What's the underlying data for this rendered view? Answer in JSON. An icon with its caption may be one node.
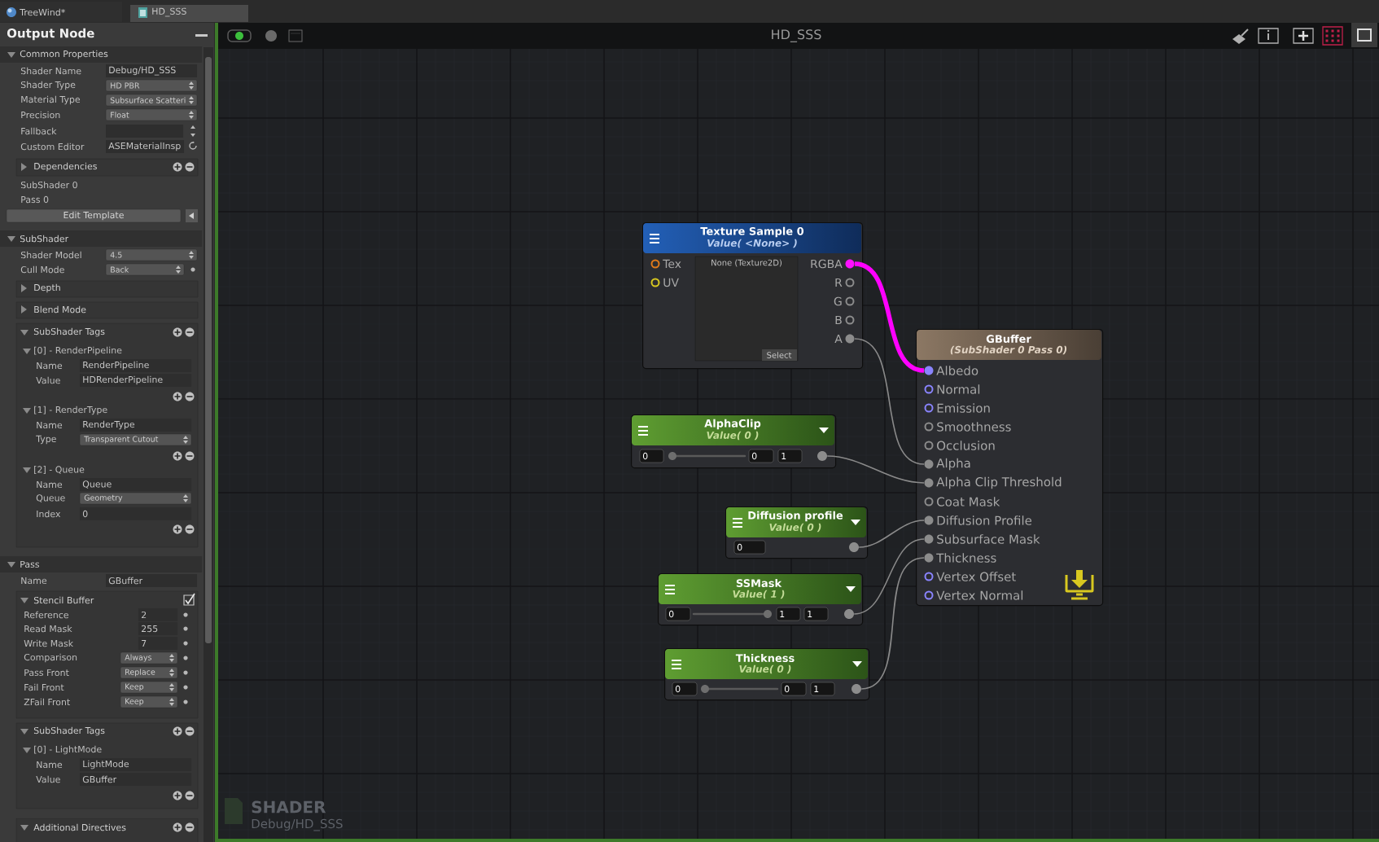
{
  "diagram": {
    "title": "HD_SSS",
    "nodes": [
      {
        "text": [
          "Texture Sample 0",
          "Value( <None> )",
          "None (Texture2D)",
          "Select"
        ]
      },
      {
        "text": [
          "Tex"
        ],
        "in": 0
      },
      {
        "text": [
          "UV"
        ],
        "in": 0
      },
      {
        "text": [
          "RGBA"
        ],
        "in": 0
      },
      {
        "text": [
          "R"
        ],
        "in": 0
      },
      {
        "text": [
          "G"
        ],
        "in": 0
      },
      {
        "text": [
          "B"
        ],
        "in": 0
      },
      {
        "text": [
          "A"
        ],
        "in": 0
      },
      {
        "text": [
          "GBuffer",
          "(SubShader 0 Pass 0)"
        ]
      },
      {
        "text": [
          "Albedo"
        ],
        "in": 8
      },
      {
        "text": [
          "Normal"
        ],
        "in": 8
      },
      {
        "text": [
          "Emission"
        ],
        "in": 8
      },
      {
        "text": [
          "Smoothness"
        ],
        "in": 8
      },
      {
        "text": [
          "Occlusion"
        ],
        "in": 8
      },
      {
        "text": [
          "Alpha"
        ],
        "in": 8
      },
      {
        "text": [
          "Alpha Clip Threshold"
        ],
        "in": 8
      },
      {
        "text": [
          "Coat Mask"
        ],
        "in": 8
      },
      {
        "text": [
          "Diffusion Profile"
        ],
        "in": 8
      },
      {
        "text": [
          "Subsurface Mask"
        ],
        "in": 8
      },
      {
        "text": [
          "Thickness"
        ],
        "in": 8
      },
      {
        "text": [
          "Vertex Offset"
        ],
        "in": 8
      },
      {
        "text": [
          "Vertex Normal"
        ],
        "in": 8
      },
      {
        "text": [
          "AlphaClip",
          "Value( 0 )",
          "0",
          "0",
          "1"
        ]
      },
      {
        "text": [],
        "shape": "circle",
        "in": 22
      },
      {
        "text": [
          "Diffusion profile",
          "Value( 0 )",
          "0"
        ]
      },
      {
        "text": [],
        "shape": "circle",
        "in": 24
      },
      {
        "text": [
          "SSMask",
          "Value( 1 )",
          "0",
          "1",
          "1"
        ]
      },
      {
        "text": [],
        "shape": "circle",
        "in": 26
      },
      {
        "text": [
          "Thickness",
          "Value( 0 )",
          "0",
          "0",
          "1"
        ]
      },
      {
        "text": [],
        "shape": "circle",
        "in": 28
      }
    ],
    "edges": [
      {
        "from": 3,
        "to": 9,
        "arrow": "none",
        "style": "thick",
        "color": "#ff00ff"
      },
      {
        "from": 7,
        "to": 14,
        "arrow": "none"
      },
      {
        "from": 23,
        "to": 15,
        "arrow": "none"
      },
      {
        "from": 25,
        "to": 17,
        "arrow": "none"
      },
      {
        "from": 27,
        "to": 18,
        "arrow": "none"
      },
      {
        "from": 29,
        "to": 19,
        "arrow": "none"
      }
    ],
    "labels": [
      "TreeWind*",
      "HD_SSS",
      "Output Node",
      "Common Properties",
      "Shader Name",
      "Debug/HD_SSS",
      "Shader Type",
      "HD PBR",
      "Material Type",
      "Subsurface Scatteri",
      "Precision",
      "Float",
      "Fallback",
      "Custom Editor",
      "ASEMaterialInsp",
      "Dependencies",
      "SubShader 0",
      "Pass 0",
      "Edit Template",
      "SubShader",
      "Shader Model",
      "4.5",
      "Cull Mode",
      "Back",
      "Depth",
      "Blend Mode",
      "SubShader Tags",
      "[0] - RenderPipeline",
      "Name",
      "RenderPipeline",
      "Value",
      "HDRenderPipeline",
      "[1] - RenderType",
      "Name",
      "RenderType",
      "Type",
      "Transparent Cutout",
      "[2] - Queue",
      "Name",
      "Queue",
      "Queue",
      "Geometry",
      "Index",
      "0",
      "Pass",
      "Name",
      "GBuffer",
      "Stencil Buffer",
      "Reference",
      "2",
      "Read Mask",
      "255",
      "Write Mask",
      "7",
      "Comparison",
      "Always",
      "Pass Front",
      "Replace",
      "Fail Front",
      "Keep",
      "ZFail Front",
      "Keep",
      "SubShader Tags",
      "[0] - LightMode",
      "Name",
      "LightMode",
      "Value",
      "GBuffer",
      "Additional Directives",
      "SHADER",
      "Debug/HD_SSS"
    ]
  }
}
